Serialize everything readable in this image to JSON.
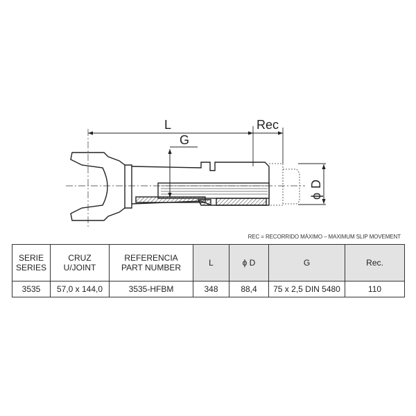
{
  "drawing": {
    "labels": {
      "length": "L",
      "spline": "G",
      "slip": "Rec",
      "diameter": "D",
      "diameter_symbol": "ϕ"
    }
  },
  "note": "REC = RECORRIDO MÁXIMO – MAXIMUM SLIP MOVEMENT",
  "table": {
    "headers": [
      {
        "line1": "SERIE",
        "line2": "SERIES"
      },
      {
        "line1": "CRUZ",
        "line2": "U/JOINT"
      },
      {
        "line1": "REFERENCIA",
        "line2": "PART NUMBER"
      },
      {
        "line1": "L",
        "line2": ""
      },
      {
        "line1": "ϕ D",
        "line2": ""
      },
      {
        "line1": "G",
        "line2": ""
      },
      {
        "line1": "Rec.",
        "line2": ""
      }
    ],
    "rows": [
      [
        "3535",
        "57,0 x 144,0",
        "3535-HFBM",
        "348",
        "88,4",
        "75 x 2,5 DIN 5480",
        "110"
      ]
    ]
  }
}
